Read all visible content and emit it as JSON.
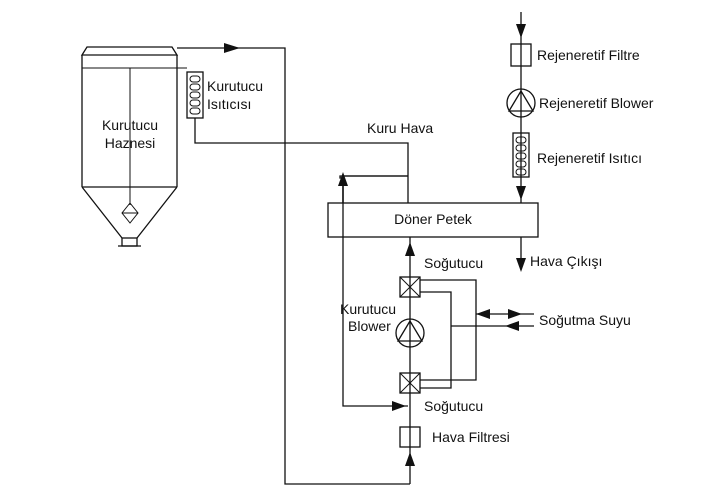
{
  "labels": {
    "dryer_hopper_line1": "Kurutucu",
    "dryer_hopper_line2": "Haznesi",
    "dryer_heater_line1": "Kurutucu",
    "dryer_heater_line2": "Isıtıcısı",
    "dry_air": "Kuru Hava",
    "regen_filter": "Rejeneretif Filtre",
    "regen_blower": "Rejeneretif Blower",
    "regen_heater": "Rejeneretif Isıtıcı",
    "rotary_wheel": "Döner Petek",
    "air_outlet": "Hava Çıkışı",
    "cooler_top": "Soğutucu",
    "dryer_blower_line1": "Kurutucu",
    "dryer_blower_line2": "Blower",
    "cooling_water": "Soğutma Suyu",
    "cooler_bottom": "Soğutucu",
    "air_filter": "Hava Filtresi"
  },
  "colors": {
    "line": "#111111",
    "background": "#ffffff"
  },
  "icons": [
    "filter-icon",
    "blower-icon",
    "heater-coil-icon",
    "cooler-icon",
    "sight-glass-icon"
  ]
}
